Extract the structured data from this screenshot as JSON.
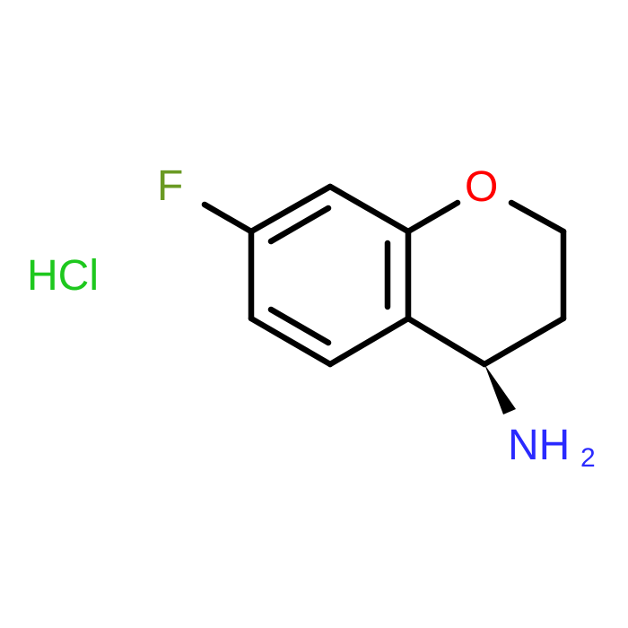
{
  "molecule": {
    "atoms": {
      "fluorine": {
        "symbol": "F",
        "color": "#6a9a23"
      },
      "oxygen": {
        "symbol": "O",
        "color": "#ff0000"
      },
      "amine": {
        "symbol": "NH",
        "subscript": "2",
        "color": "#2a2aff"
      }
    },
    "salt": {
      "label": "HCl",
      "color": "#1ec81e"
    },
    "bond_color": "#000000"
  }
}
